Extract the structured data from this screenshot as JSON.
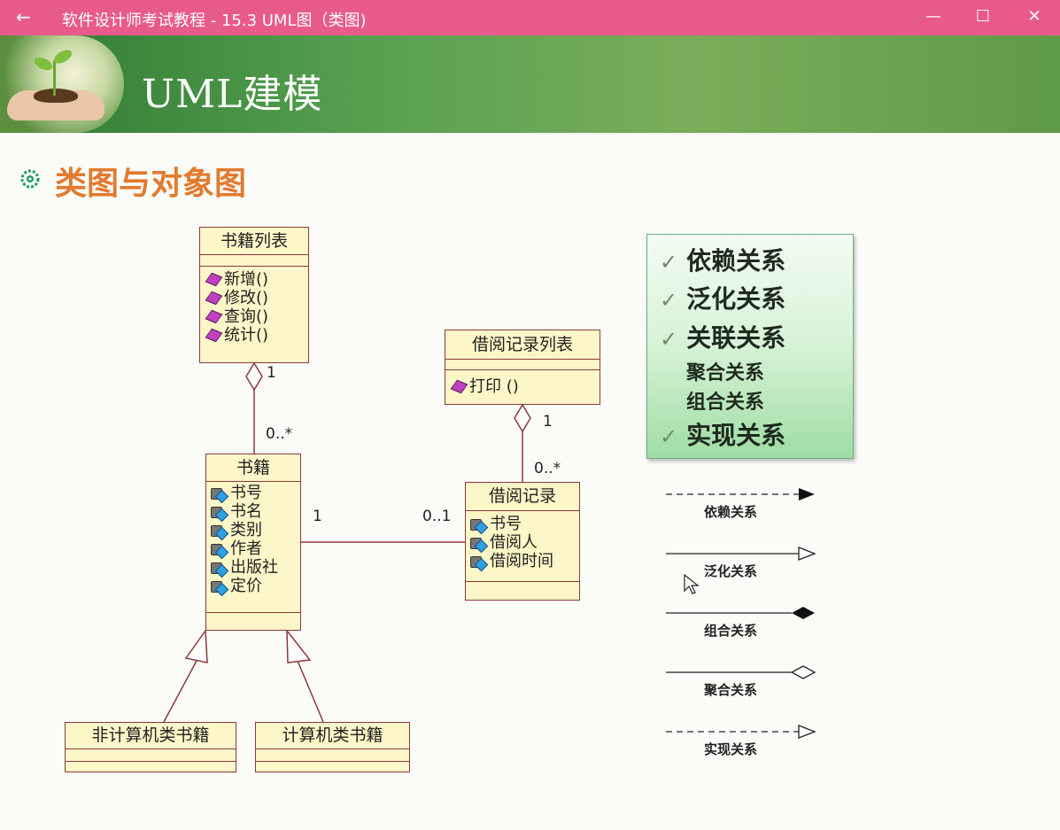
{
  "window": {
    "title": "软件设计师考试教程 - 15.3  UML图（类图)",
    "back_glyph": "←",
    "minimize_glyph": "—",
    "maximize_glyph": "☐",
    "close_glyph": "✕"
  },
  "banner": {
    "title": "UML建模"
  },
  "section": {
    "title": "类图与对象图",
    "icon": "gear-bullet-icon"
  },
  "classes": {
    "book_list": {
      "name": "书籍列表",
      "operations": [
        "新增()",
        "修改()",
        "查询()",
        "统计()"
      ]
    },
    "borrow_list": {
      "name": "借阅记录列表",
      "operations": [
        "打印 ()"
      ]
    },
    "book": {
      "name": "书籍",
      "attributes": [
        "书号",
        "书名",
        "类别",
        "作者",
        "出版社",
        "定价"
      ]
    },
    "borrow_record": {
      "name": "借阅记录",
      "attributes": [
        "书号",
        "借阅人",
        "借阅时间"
      ]
    },
    "non_computer_book": {
      "name": "非计算机类书籍"
    },
    "computer_book": {
      "name": "计算机类书籍"
    }
  },
  "multiplicities": {
    "booklist_end": "1",
    "book_end": "0..*",
    "borrowlist_end": "1",
    "borrow_end": "0..*",
    "book_assoc": "1",
    "borrow_assoc": "0..1"
  },
  "legend": {
    "check_glyph": "✓",
    "items": [
      {
        "label": "依赖关系",
        "checked": true
      },
      {
        "label": "泛化关系",
        "checked": true
      },
      {
        "label": "关联关系",
        "checked": true
      },
      {
        "label": "聚合关系",
        "checked": false
      },
      {
        "label": "组合关系",
        "checked": false
      },
      {
        "label": "实现关系",
        "checked": true
      }
    ]
  },
  "relations": [
    "依赖关系",
    "泛化关系",
    "组合关系",
    "聚合关系",
    "实现关系"
  ],
  "colors": {
    "titlebar": "#e85a8a",
    "section_title": "#e27a2e",
    "class_fill": "#fdf6c8",
    "class_border": "#8a3a3a"
  }
}
